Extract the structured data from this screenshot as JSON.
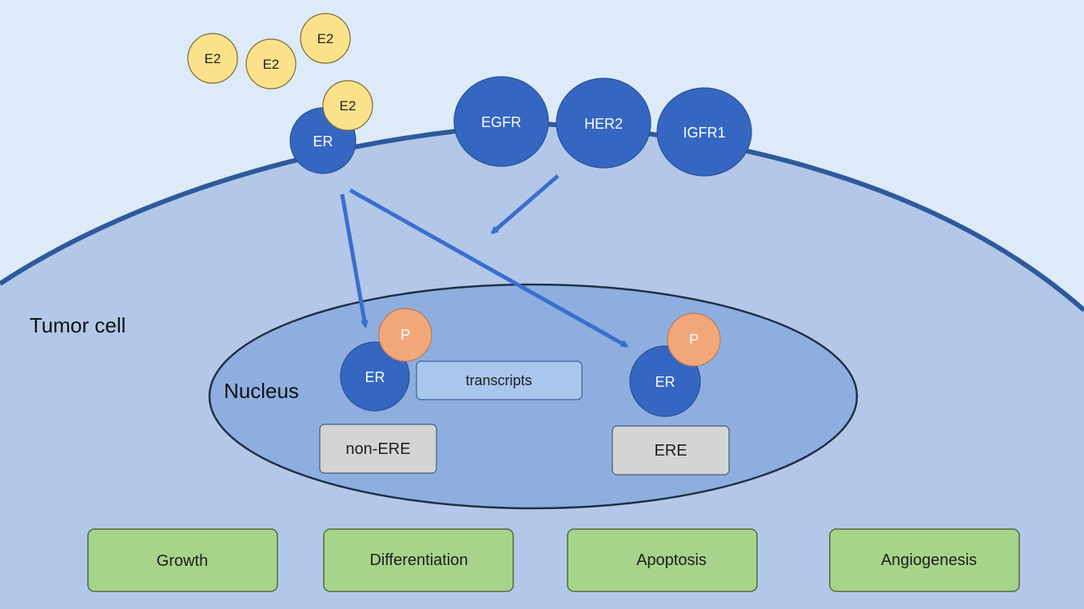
{
  "labels": {
    "tumor_cell": "Tumor cell",
    "nucleus": "Nucleus",
    "transcripts": "transcripts",
    "non_ere": "non-ERE",
    "ere": "ERE"
  },
  "ligand": "E2",
  "receptors": {
    "er": "ER",
    "egfr": "EGFR",
    "her2": "HER2",
    "igfr1": "IGFR1"
  },
  "phospho": "P",
  "outcomes": [
    "Growth",
    "Differentiation",
    "Apoptosis",
    "Angiogenesis"
  ],
  "colors": {
    "background": "#ddeaf7",
    "cell_fill": "#b3c8e8",
    "membrane": "#2e5a9c",
    "nucleus_fill": "#8eaee0",
    "receptor": "#3567c2",
    "ligand": "#fbe28a",
    "phospho": "#f2a77a",
    "arrow": "#3a6fcf",
    "transcripts_box": "#a9c6ec",
    "site_box": "#d4d4d4",
    "outcome_box": "#a6d48a"
  }
}
